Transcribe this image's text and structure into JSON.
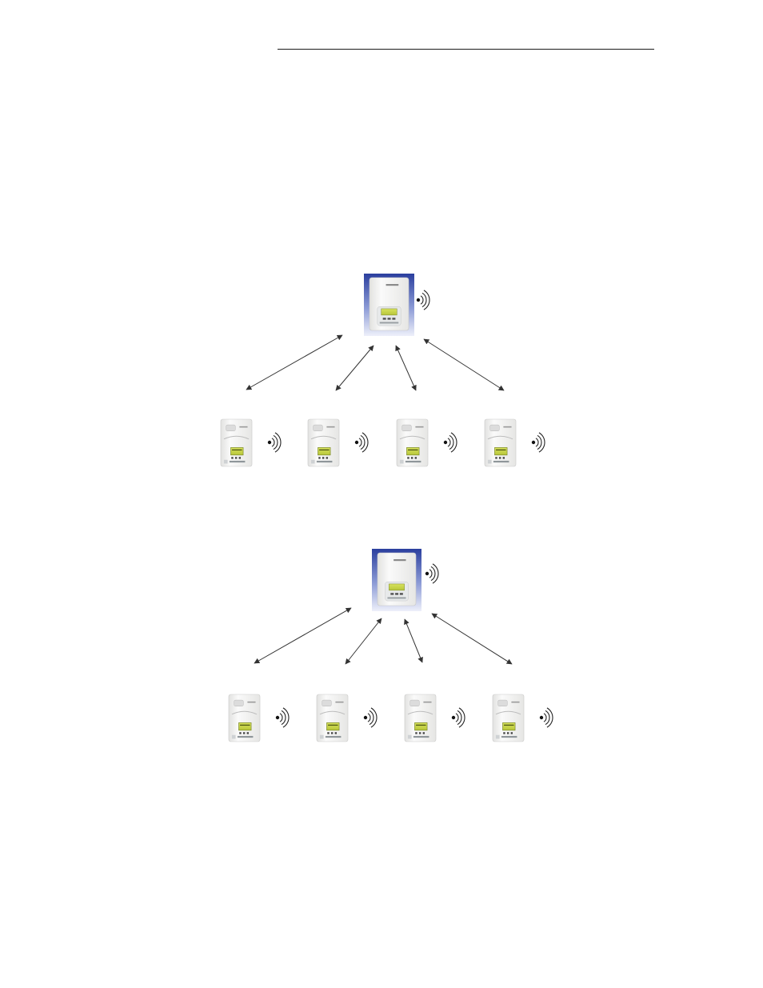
{
  "diagrams": [
    {
      "name": "wireless-network-diagram-top",
      "coordinator": {
        "device": "controller-master",
        "signal_icon": "wireless-signal-icon"
      },
      "nodes": [
        {
          "device": "room-controller",
          "signal_icon": "wireless-signal-icon"
        },
        {
          "device": "room-controller",
          "signal_icon": "wireless-signal-icon"
        },
        {
          "device": "room-controller",
          "signal_icon": "wireless-signal-icon"
        },
        {
          "device": "room-controller",
          "signal_icon": "wireless-signal-icon"
        }
      ],
      "links": 4
    },
    {
      "name": "wireless-network-diagram-bottom",
      "coordinator": {
        "device": "controller-master",
        "signal_icon": "wireless-signal-icon"
      },
      "nodes": [
        {
          "device": "room-controller",
          "signal_icon": "wireless-signal-icon"
        },
        {
          "device": "room-controller",
          "signal_icon": "wireless-signal-icon"
        },
        {
          "device": "room-controller",
          "signal_icon": "wireless-signal-icon"
        },
        {
          "device": "room-controller",
          "signal_icon": "wireless-signal-icon"
        }
      ],
      "links": 4
    }
  ],
  "colors": {
    "rule": "#1a1a1a",
    "arrow": "#333333",
    "coordinator_background": "#3a4fb0",
    "device_body": "#f4f4f2",
    "lcd": "#c9d64a"
  }
}
